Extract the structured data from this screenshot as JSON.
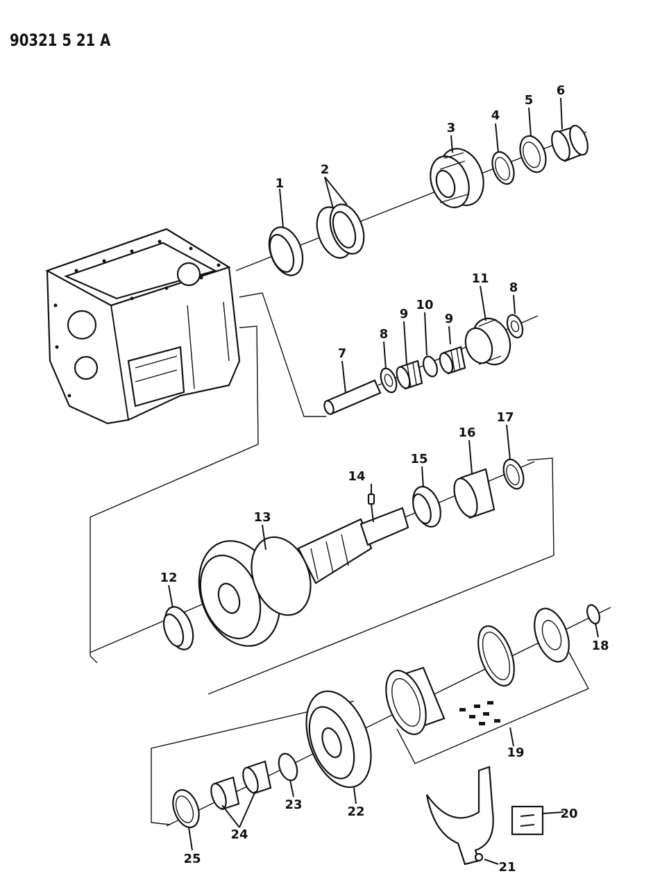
{
  "drawing_code": "90321 5 21 A",
  "callouts": [
    "1",
    "2",
    "3",
    "4",
    "5",
    "6",
    "7",
    "8",
    "9",
    "10",
    "11",
    "8",
    "9",
    "12",
    "13",
    "14",
    "15",
    "16",
    "17",
    "18",
    "19",
    "20",
    "21",
    "22",
    "23",
    "24",
    "25"
  ]
}
